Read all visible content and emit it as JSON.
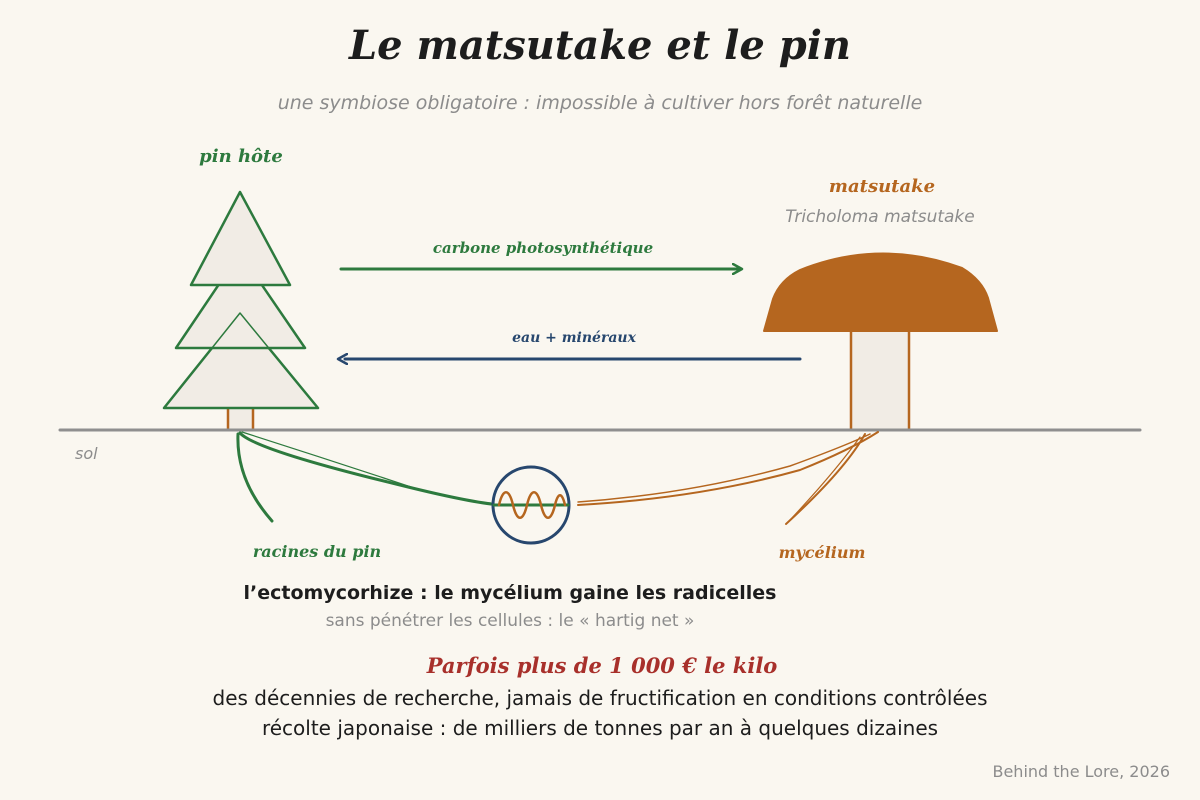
{
  "title": "Le matsutake et le pin",
  "subtitle": "une symbiose obligatoire : impossible à cultiver hors forêt naturelle",
  "tree": {
    "label": "pin hôte",
    "roots_label": "racines du pin"
  },
  "mushroom": {
    "label": "matsutake",
    "species": "Tricholoma matsutake",
    "mycelium_label": "mycélium"
  },
  "flows": {
    "carbon": "carbone photosynthétique",
    "water": "eau + minéraux"
  },
  "ground_label": "sol",
  "ectomycorrhiza": {
    "title": "l’ectomycorhize : le mycélium gaine les radicelles",
    "detail": "sans pénétrer les cellules : le « hartig net »"
  },
  "facts": {
    "price": "Parfois plus de 1 000 € le kilo",
    "research": "des décennies de recherche, jamais de fructification en conditions contrôlées",
    "harvest": "récolte japonaise : de milliers de tonnes par an à quelques dizaines"
  },
  "credit": "Behind the Lore, 2026",
  "colors": {
    "background": "#faf7f0",
    "tree": "#2d7a3e",
    "mushroom": "#b5661f",
    "water": "#27476e",
    "ground": "#8f8f8f",
    "price": "#a8302b",
    "fill_light": "#f1ece5"
  }
}
